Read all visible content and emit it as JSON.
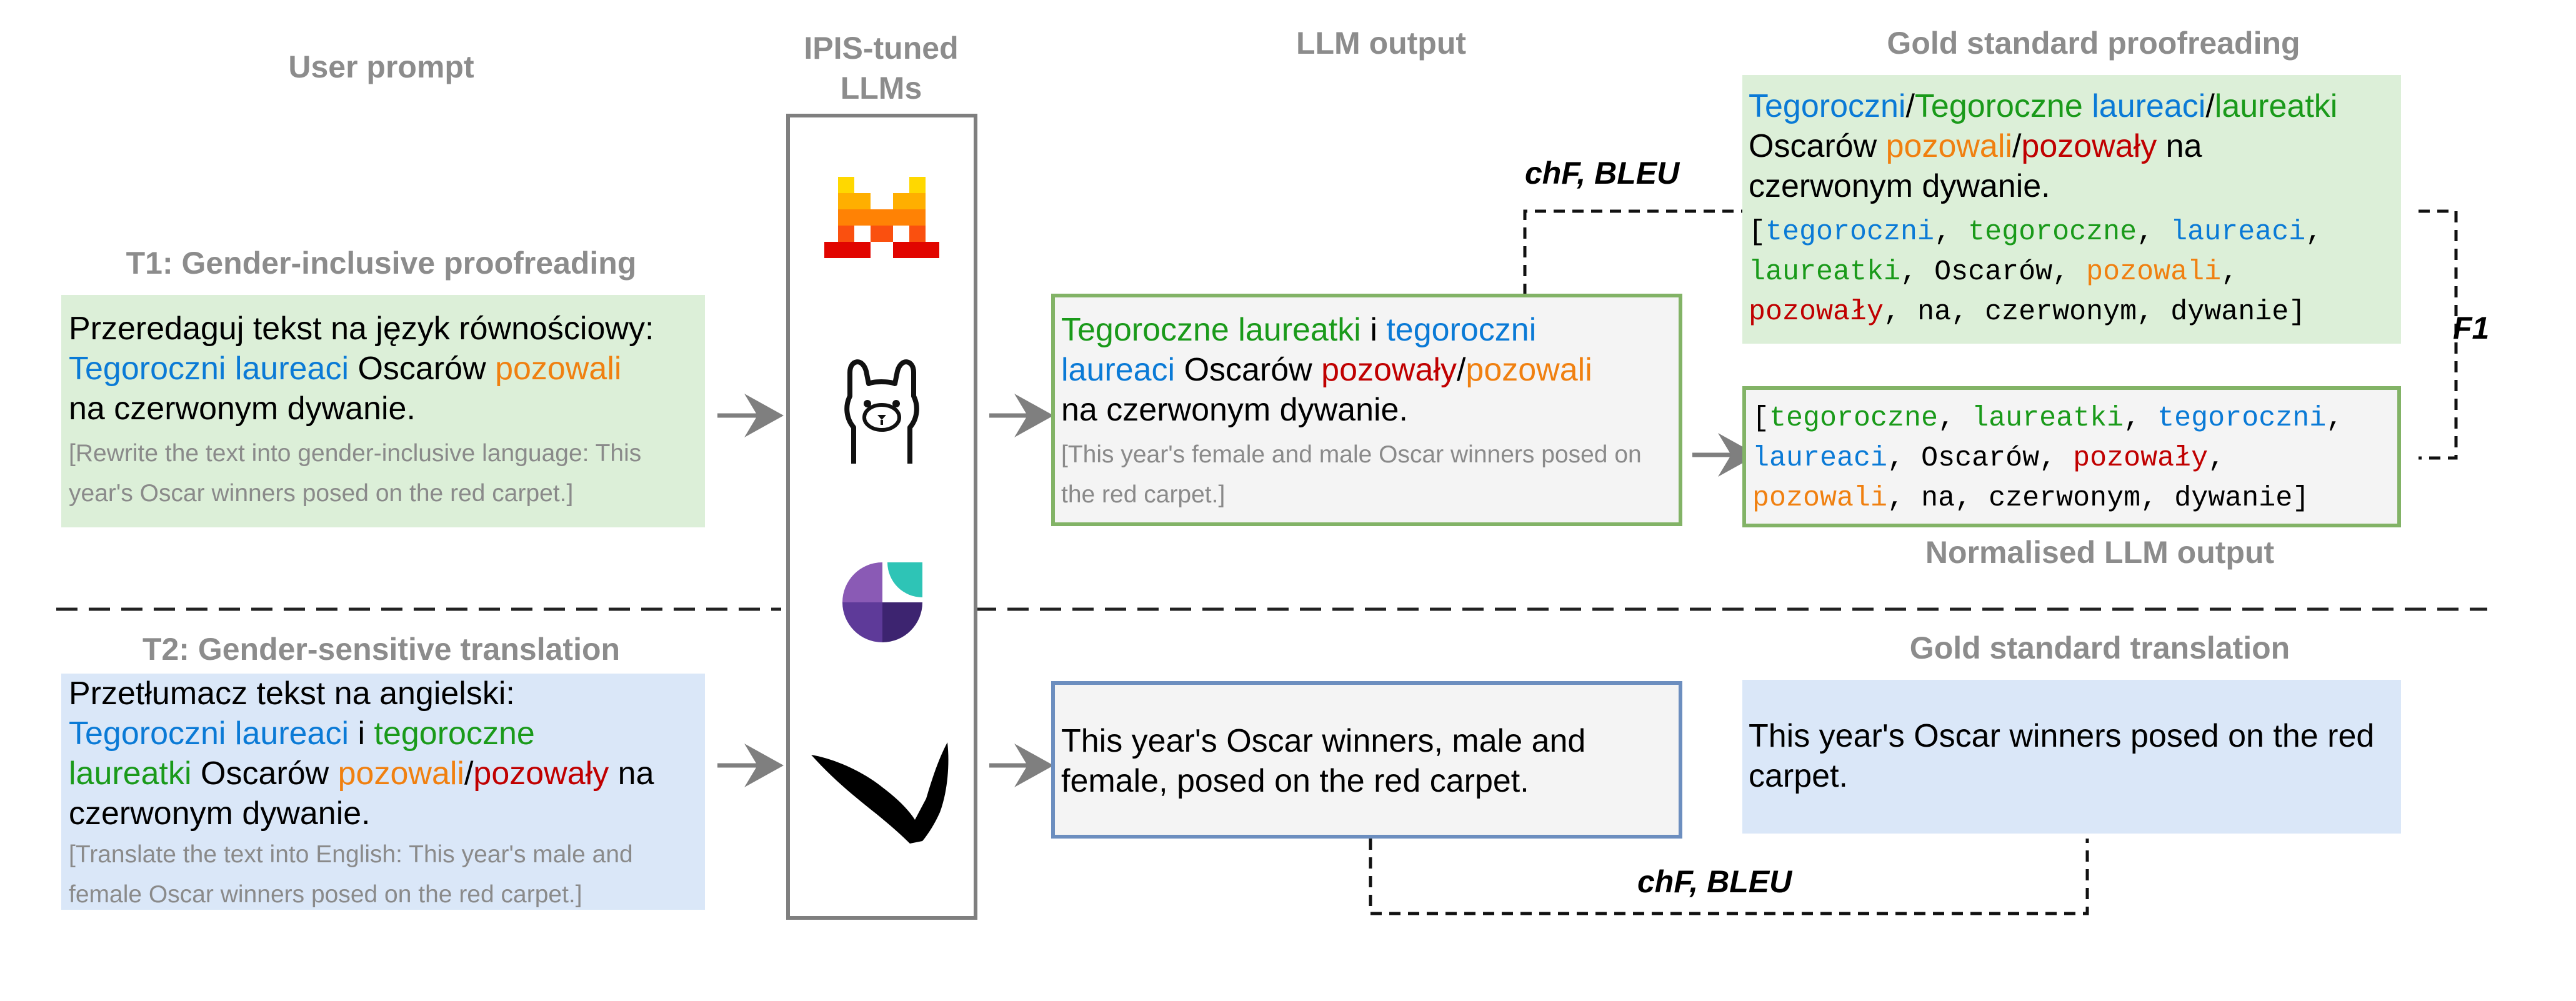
{
  "headers": {
    "user_prompt": "User prompt",
    "ipis_llms_1": "IPIS-tuned",
    "ipis_llms_2": "LLMs",
    "llm_output": "LLM output",
    "gold_proofreading": "Gold standard proofreading",
    "normalised_output": "Normalised LLM output",
    "gold_translation": "Gold standard translation"
  },
  "t1": {
    "title": "T1: Gender-inclusive proofreading",
    "prompt_line1": "Przeredaguj tekst na język równościowy:",
    "w_tegoroczni": "Tegoroczni",
    "w_laureaci": "laureaci",
    "w_oscarow": "Oscarów",
    "w_pozowali": "pozowali",
    "prompt_line3": "na czerwonym dywanie.",
    "gloss": "[Rewrite the text into gender-inclusive language: This year's Oscar winners posed on the red carpet.]"
  },
  "t2": {
    "title": "T2: Gender-sensitive translation",
    "prompt_line1": "Przetłumacz tekst na angielski:",
    "w_tegoroczni": "Tegoroczni",
    "w_laureaci": "laureaci",
    "w_i": "i",
    "w_tegoroczne": "tegoroczne",
    "w_laureatki": "laureatki",
    "w_oscarow": "Oscarów",
    "w_pozowali": "pozowali",
    "slash": "/",
    "w_pozowaly": "pozowały",
    "w_na": "na",
    "prompt_line4": "czerwonym dywanie.",
    "gloss": "[Translate the text into English: This year's male and female Oscar winners posed on the red carpet.]"
  },
  "llm_output_t1": {
    "w_tegoroczne": "Tegoroczne",
    "w_laureatki": "laureatki",
    "w_i": "i",
    "w_tegoroczni": "tegoroczni",
    "w_laureaci": "laureaci",
    "w_oscarow": "Oscarów",
    "w_pozowaly": "pozowały",
    "slash": "/",
    "w_pozowali": "pozowali",
    "line3": "na czerwonym dywanie.",
    "gloss": "[This year's female and male Oscar winners posed on the red carpet.]"
  },
  "gold_proofreading_box": {
    "w_tegoroczni": "Tegoroczni",
    "slash": "/",
    "w_tegoroczne": "Tegoroczne",
    "w_laureaci": "laureaci",
    "w_laureatki": "laureatki",
    "w_oscarow": "Oscarów",
    "w_pozowali": "pozowali",
    "w_pozowaly": "pozowały",
    "w_na": "na",
    "line3": "czerwonym dywanie.",
    "tok_open": "[",
    "tok_tegoroczni": "tegoroczni",
    "tok_tegoroczne": "tegoroczne",
    "tok_laureaci": "laureaci",
    "tok_laureatki": "laureatki",
    "tok_oscarow": "Oscarów",
    "tok_pozowali": "pozowali",
    "tok_pozowaly": "pozowały",
    "tok_na": "na",
    "tok_czerwonym": "czerwonym",
    "tok_dywanie": "dywanie",
    "tok_close": "]",
    "comma": ","
  },
  "normalised_box": {
    "tok_open": "[",
    "tok_tegoroczne": "tegoroczne",
    "tok_laureatki": "laureatki",
    "tok_tegoroczni": "tegoroczni",
    "tok_laureaci": "laureaci",
    "tok_oscarow": "Oscarów",
    "tok_pozowaly": "pozowały",
    "tok_pozowali": "pozowali",
    "tok_na": "na",
    "tok_czerwonym": "czerwonym",
    "tok_dywanie": "dywanie",
    "tok_close": "]",
    "comma": ","
  },
  "llm_output_t2": {
    "text": "This year's Oscar winners, male and female, posed on the red carpet."
  },
  "gold_translation_box": {
    "text": "This year's Oscar winners posed on the red carpet."
  },
  "metrics": {
    "proofreading": "chF, BLEU",
    "f1": "F1",
    "translation": "chF, BLEU"
  },
  "icons": [
    "mistral-logo-icon",
    "llama-logo-icon",
    "gemma-logo-icon",
    "bielik-eagle-icon"
  ],
  "colors": {
    "masculine": "#0a7ad6",
    "feminine": "#1a9a1a",
    "masculine_verb": "#f08010",
    "feminine_verb": "#c00000",
    "t1_fill": "#dcefd8",
    "t2_fill": "#dae7f8",
    "green_border": "#82b366",
    "blue_border": "#6c8ebf"
  }
}
